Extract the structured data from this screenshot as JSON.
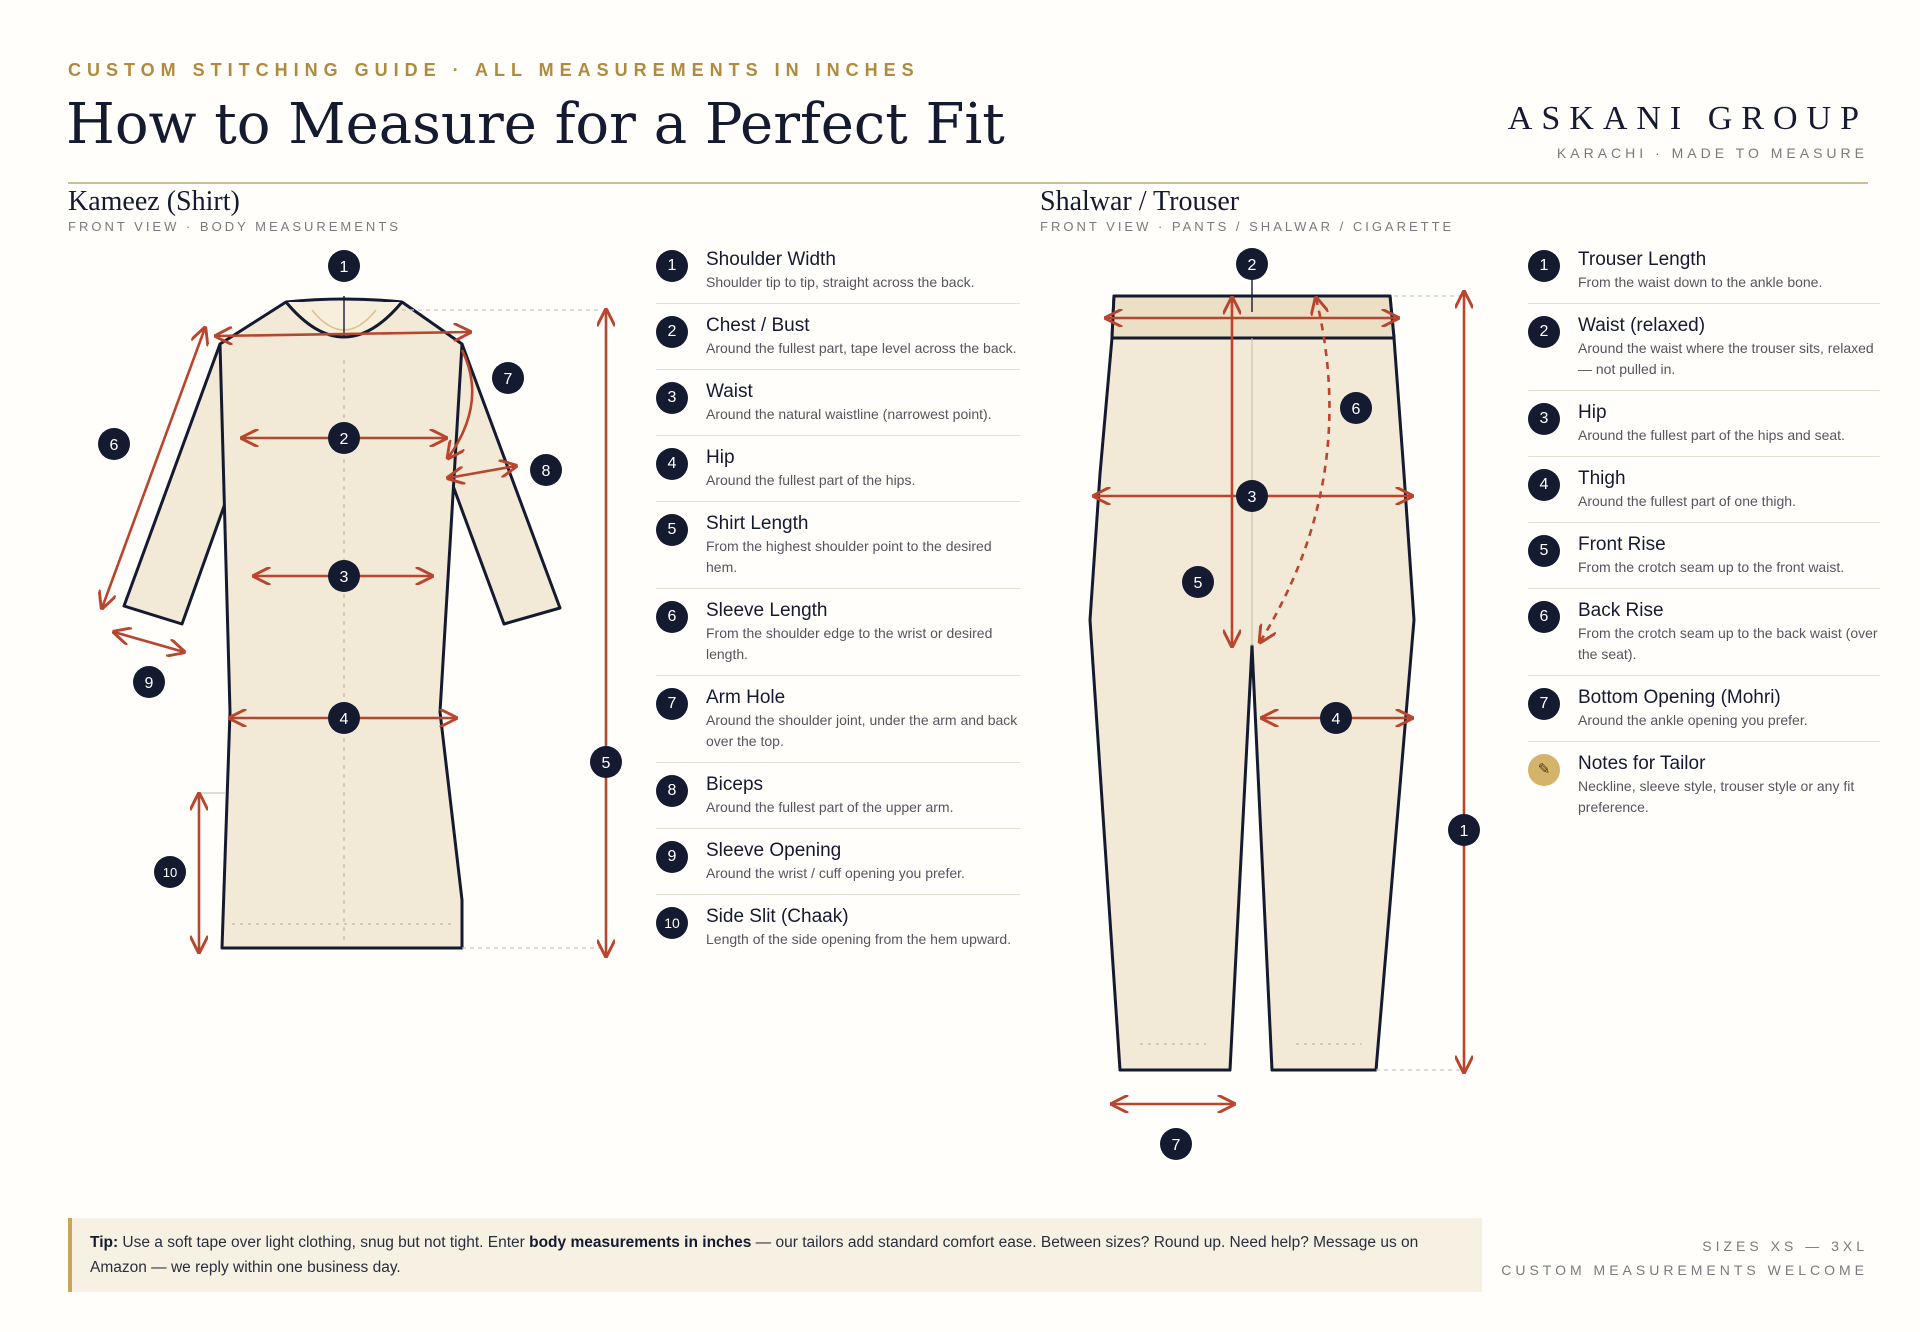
{
  "header": {
    "eyebrow": "CUSTOM STITCHING GUIDE · ALL MEASUREMENTS IN INCHES",
    "title": "How to Measure for a Perfect Fit",
    "brand": "ASKANI GROUP",
    "brand_sub": "KARACHI · MADE TO MEASURE"
  },
  "kameez": {
    "title": "Kameez (Shirt)",
    "subtitle": "FRONT VIEW · BODY MEASUREMENTS",
    "items": [
      {
        "num": "1",
        "title": "Shoulder Width",
        "desc": "Shoulder tip to tip, straight across the back."
      },
      {
        "num": "2",
        "title": "Chest / Bust",
        "desc": "Around the fullest part, tape level across the back."
      },
      {
        "num": "3",
        "title": "Waist",
        "desc": "Around the natural waistline (narrowest point)."
      },
      {
        "num": "4",
        "title": "Hip",
        "desc": "Around the fullest part of the hips."
      },
      {
        "num": "5",
        "title": "Shirt Length",
        "desc": "From the highest shoulder point to the desired hem."
      },
      {
        "num": "6",
        "title": "Sleeve Length",
        "desc": "From the shoulder edge to the wrist or desired length."
      },
      {
        "num": "7",
        "title": "Arm Hole",
        "desc": "Around the shoulder joint, under the arm and back over the top."
      },
      {
        "num": "8",
        "title": "Biceps",
        "desc": "Around the fullest part of the upper arm."
      },
      {
        "num": "9",
        "title": "Sleeve Opening",
        "desc": "Around the wrist / cuff opening you prefer."
      },
      {
        "num": "10",
        "title": "Side Slit (Chaak)",
        "desc": "Length of the side opening from the hem upward."
      }
    ]
  },
  "trouser": {
    "title": "Shalwar / Trouser",
    "subtitle": "FRONT VIEW · PANTS / SHALWAR / CIGARETTE",
    "items": [
      {
        "num": "1",
        "title": "Trouser Length",
        "desc": "From the waist down to the ankle bone."
      },
      {
        "num": "2",
        "title": "Waist (relaxed)",
        "desc": "Around the waist where the trouser sits, relaxed — not pulled in."
      },
      {
        "num": "3",
        "title": "Hip",
        "desc": "Around the fullest part of the hips and seat."
      },
      {
        "num": "4",
        "title": "Thigh",
        "desc": "Around the fullest part of one thigh."
      },
      {
        "num": "5",
        "title": "Front Rise",
        "desc": "From the crotch seam up to the front waist."
      },
      {
        "num": "6",
        "title": "Back Rise",
        "desc": "From the crotch seam up to the back waist (over the seat)."
      },
      {
        "num": "7",
        "title": "Bottom Opening (Mohri)",
        "desc": "Around the ankle opening you prefer."
      }
    ],
    "note": {
      "icon": "✎",
      "title": "Notes for Tailor",
      "desc": "Neckline, sleeve style, trouser style or any fit preference."
    }
  },
  "tip": {
    "label": "Tip:",
    "part1": " Use a soft tape over light clothing, snug but not tight. Enter ",
    "bold": "body measurements in inches",
    "part2": " — our tailors add standard comfort ease. Between sizes? Round up. Need help? Message us on Amazon — we reply within one business day."
  },
  "footer": {
    "sizes": "SIZES XS — 3XL",
    "custom": "CUSTOM MEASUREMENTS WELCOME"
  },
  "colors": {
    "accent": "#b8452e",
    "navy": "#141a30",
    "gold": "#b08a3e",
    "fabric": "#f2e9d6"
  }
}
